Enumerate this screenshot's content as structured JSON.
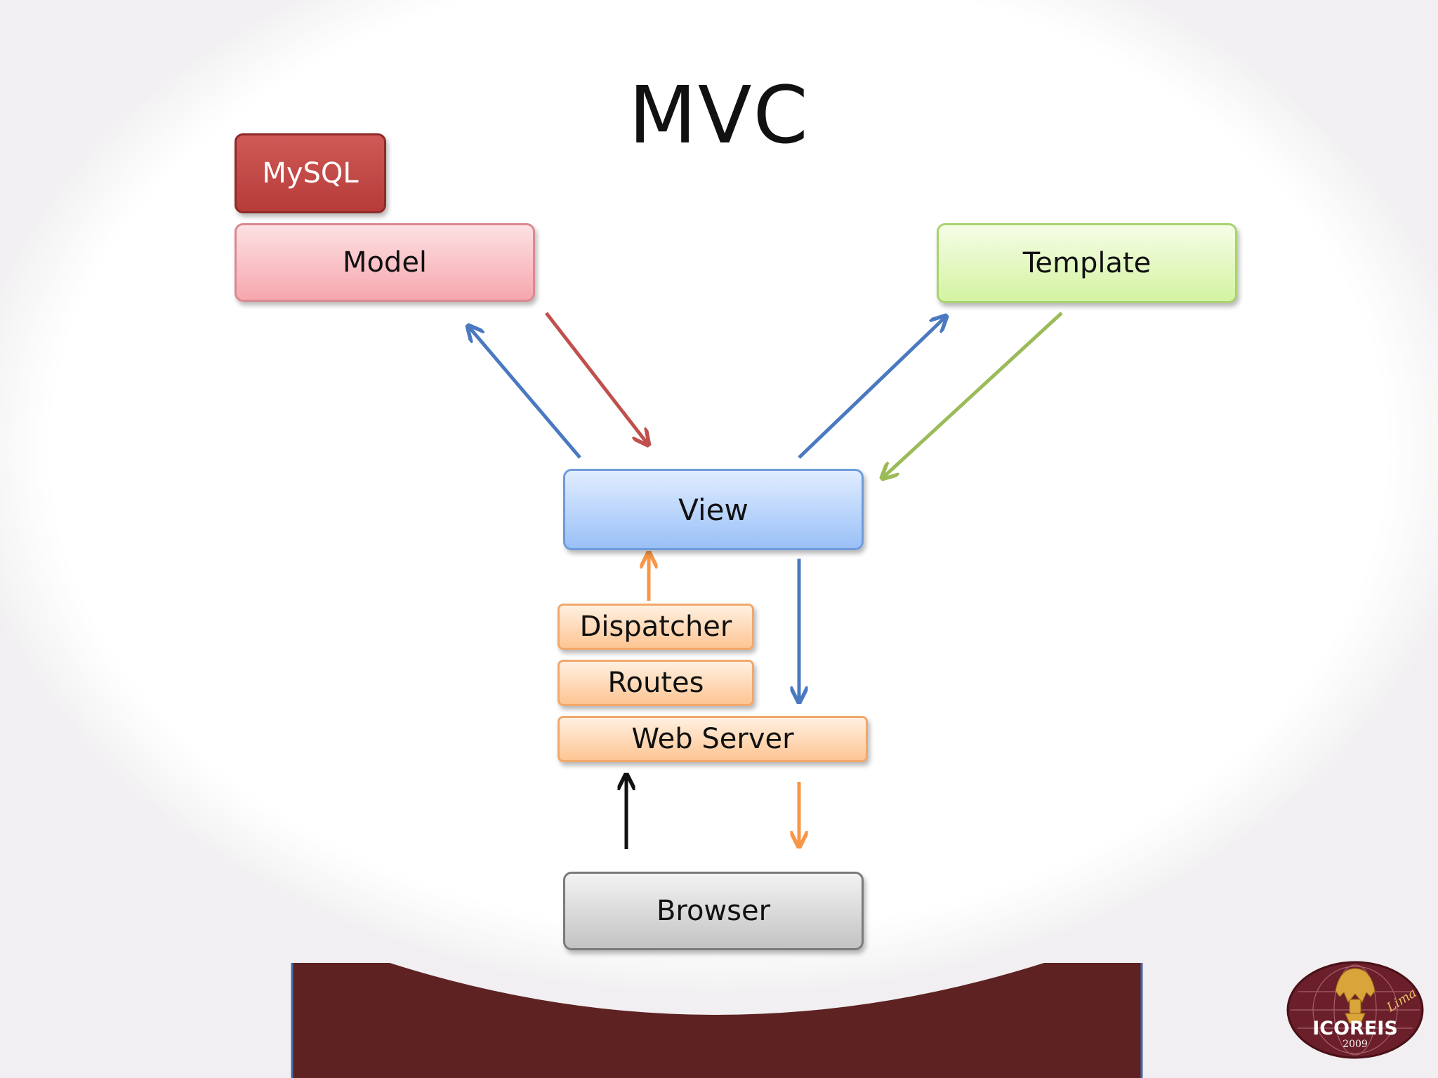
{
  "slide": {
    "title": "MVC"
  },
  "nodes": {
    "mysql": "MySQL",
    "model": "Model",
    "template": "Template",
    "view": "View",
    "dispatcher": "Dispatcher",
    "routes": "Routes",
    "web_server": "Web Server",
    "browser": "Browser"
  },
  "colors": {
    "arrow_blue": "#4a79c1",
    "arrow_red": "#c0504d",
    "arrow_green": "#9bbb59",
    "arrow_orange": "#f79646",
    "arrow_black": "#111111",
    "band": "#5e2222"
  },
  "logo": {
    "text": "ICOREIS",
    "year": "2009",
    "script": "Lima"
  }
}
